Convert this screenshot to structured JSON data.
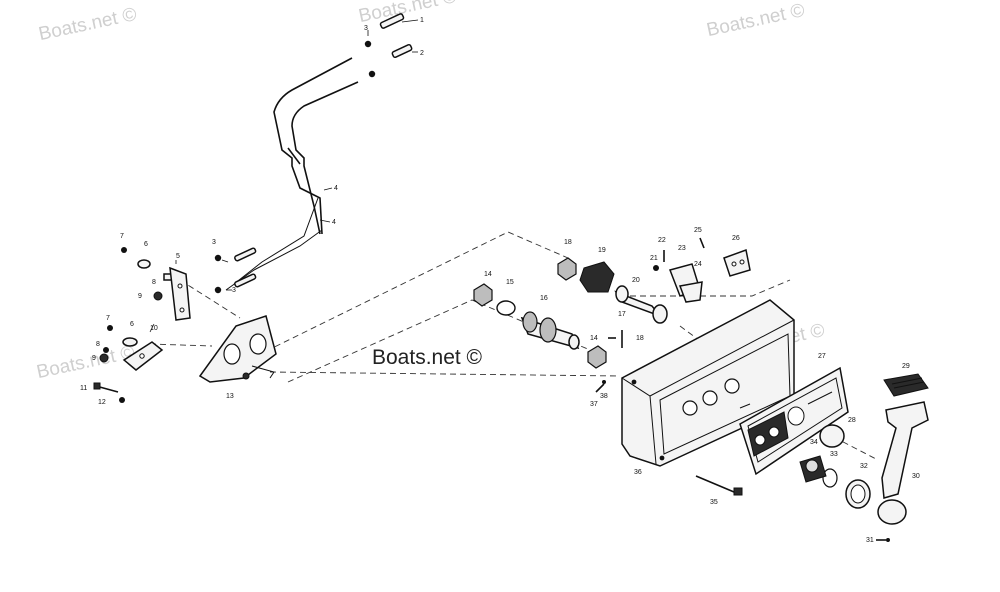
{
  "watermarks": {
    "corner_text": "Boats.net ©",
    "center_text": "Boats.net ©"
  },
  "colors": {
    "line": "#111111",
    "watermark": "#cfcfcf"
  },
  "callouts": [
    "1",
    "2",
    "3",
    "4",
    "5",
    "6",
    "7",
    "8",
    "9",
    "10",
    "11",
    "12",
    "13",
    "14",
    "15",
    "16",
    "17",
    "18",
    "19",
    "20",
    "21",
    "22",
    "23",
    "24",
    "25",
    "26",
    "27",
    "28",
    "29",
    "30",
    "31",
    "32",
    "33",
    "34",
    "35",
    "36",
    "37",
    "38"
  ]
}
